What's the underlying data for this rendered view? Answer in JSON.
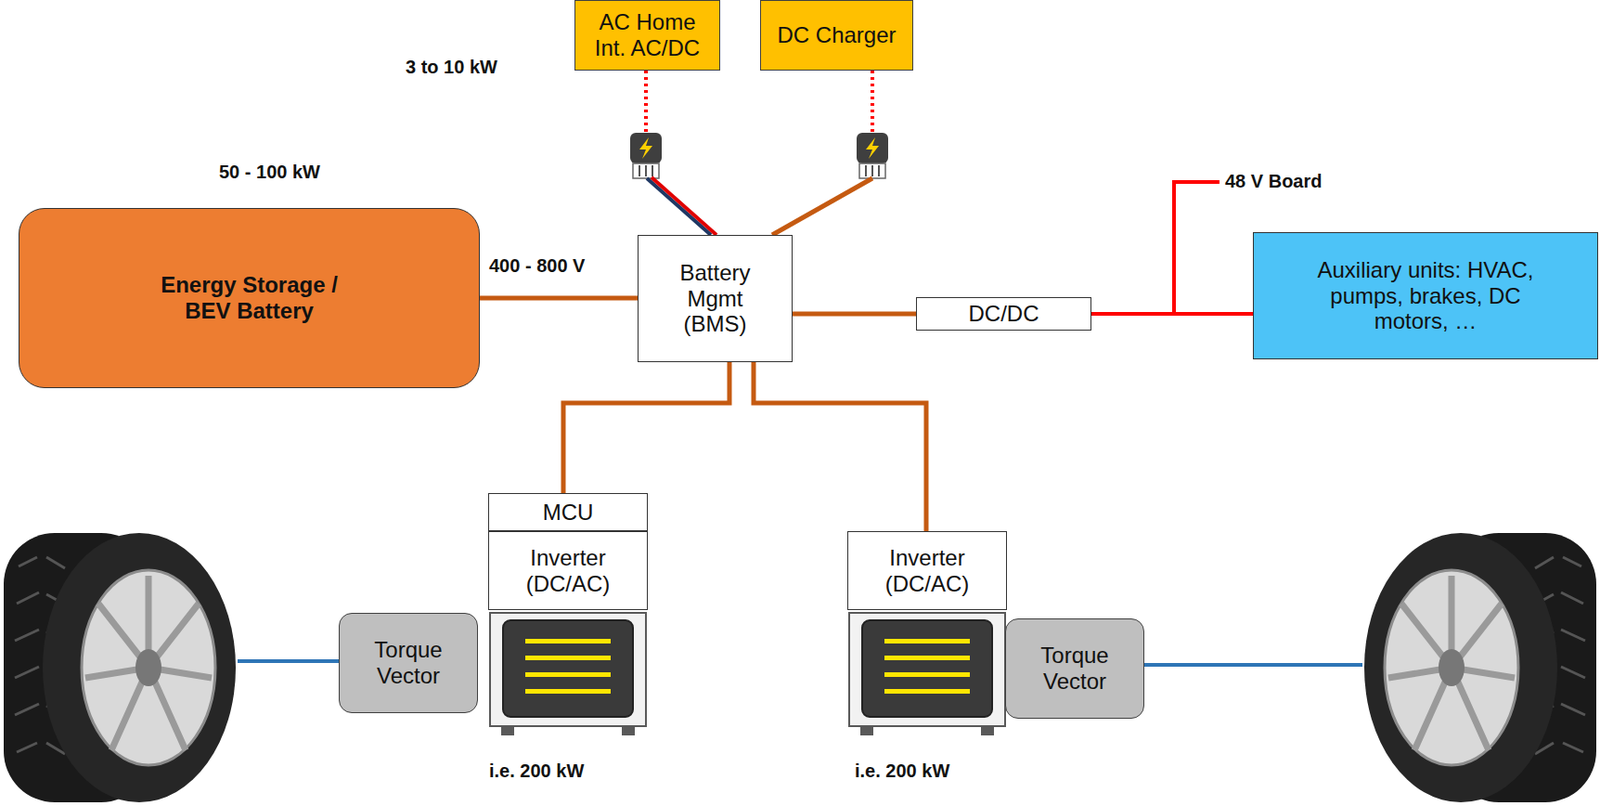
{
  "diagram": {
    "nodes": [
      {
        "text": [
          "AC Home Int. AC/DC"
        ]
      },
      {
        "text": [
          "DC Charger"
        ]
      },
      {
        "text": [
          "Energy Storage / BEV Battery"
        ]
      },
      {
        "text": [
          "Battery Mgmt (BMS)"
        ]
      },
      {
        "text": [
          "DC/DC"
        ]
      },
      {
        "text": [
          "Auxiliary units: HVAC, pumps, brakes, DC motors, …"
        ]
      },
      {
        "text": [
          "MCU"
        ]
      },
      {
        "text": [
          "Inverter (DC/AC)"
        ]
      },
      {
        "text": [
          "Inverter (DC/AC)"
        ]
      },
      {
        "text": [
          "Torque Vector"
        ]
      },
      {
        "text": [
          "Torque Vector"
        ]
      }
    ],
    "edges": [
      {
        "from": 0,
        "to": 3,
        "arrow": "none"
      },
      {
        "from": 1,
        "to": 3,
        "arrow": "none"
      },
      {
        "from": 2,
        "to": 3,
        "arrow": "none"
      },
      {
        "from": 3,
        "to": 4,
        "arrow": "none"
      },
      {
        "from": 4,
        "to": 5,
        "arrow": "none"
      },
      {
        "from": 3,
        "to": 6,
        "arrow": "none"
      },
      {
        "from": 3,
        "to": 8,
        "arrow": "none"
      }
    ],
    "labels": [
      "3 to 10 kW",
      "50 - 100 kW",
      "400 - 800 V",
      "48 V Board",
      "i.e. 200 kW",
      "i.e. 200 kW"
    ]
  }
}
